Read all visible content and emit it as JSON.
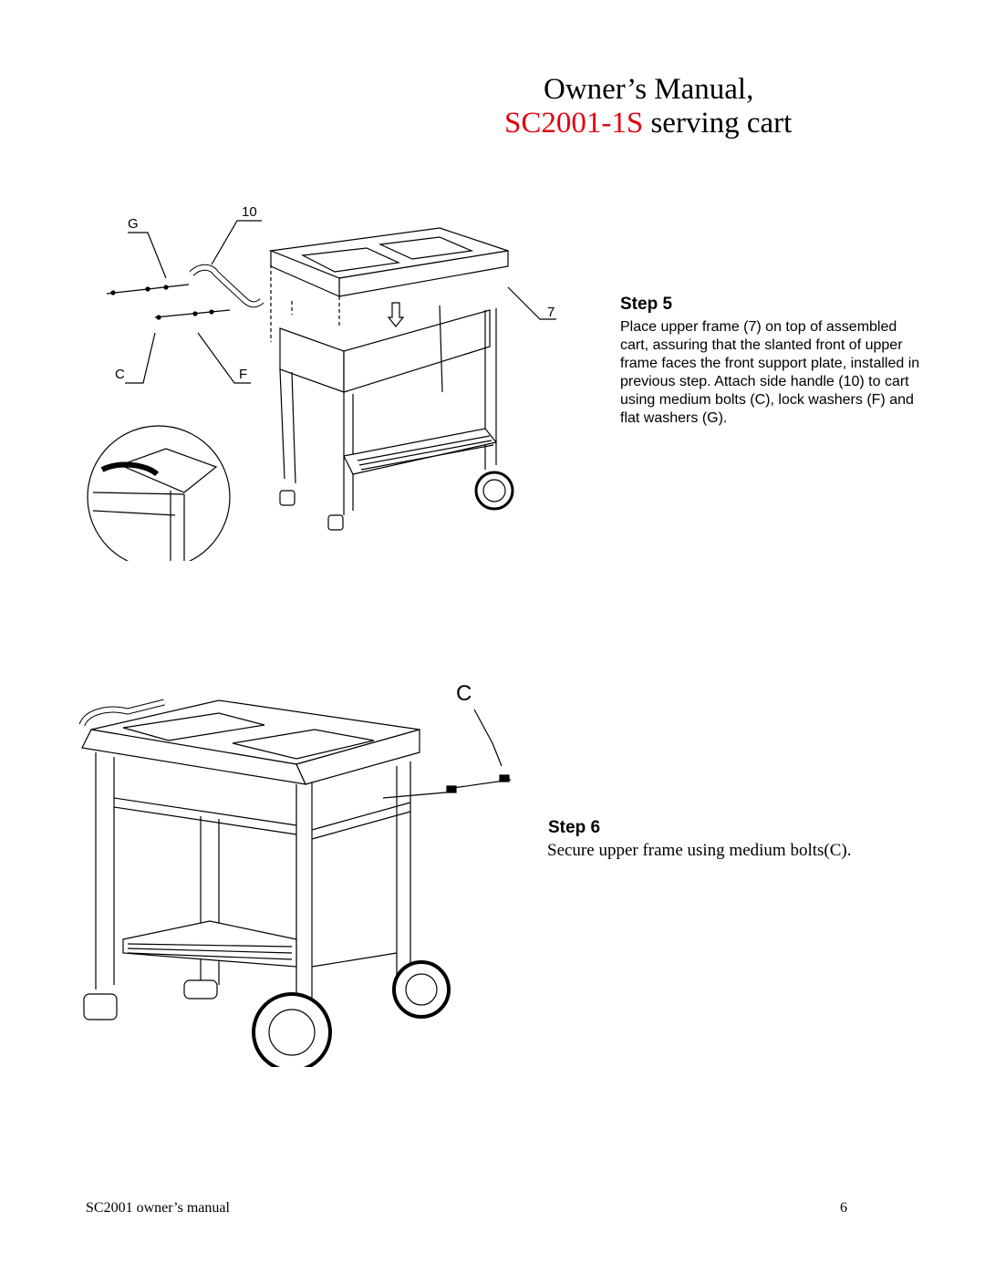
{
  "header": {
    "title_line1": "Owner’s Manual,",
    "model": "SC2001-1S",
    "title_line2_rest": " serving cart"
  },
  "step5": {
    "heading": "Step 5",
    "text": "Place upper frame (7) on top of assembled cart, assuring that the slanted front of upper frame faces the front support plate, installed in previous step. Attach side handle (10) to cart using medium bolts  (C), lock washers (F) and flat washers (G).",
    "callouts": {
      "g": "G",
      "ten": "10",
      "c": "C",
      "f": "F",
      "seven": "7"
    }
  },
  "step6": {
    "heading": "Step 6",
    "text": "Secure upper frame using medium bolts(C).",
    "callouts": {
      "c": "C"
    }
  },
  "footer": {
    "left": "SC2001 owner’s manual",
    "page_number": "6"
  },
  "colors": {
    "model_red": "#e3000f"
  }
}
